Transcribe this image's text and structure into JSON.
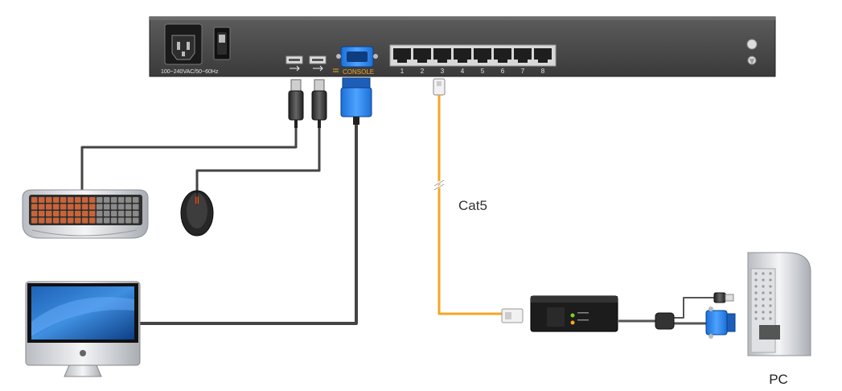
{
  "kvm_switch": {
    "power_label": "100~240VAC/50~60Hz",
    "console_label": "CONSOLE",
    "ports": [
      "1",
      "2",
      "3",
      "4",
      "5",
      "6",
      "7",
      "8"
    ]
  },
  "cable": {
    "label": "Cat5",
    "color": "#f5a623"
  },
  "computer": {
    "label": "PC"
  },
  "icons": {
    "keyboard": "keyboard-icon",
    "mouse": "mouse-icon",
    "monitor": "monitor-icon",
    "pc_tower": "pc-tower-icon",
    "adapter": "kvm-adapter-icon",
    "usb": "usb-icon",
    "vga": "vga-connector-icon",
    "ground": "ground-icon"
  }
}
